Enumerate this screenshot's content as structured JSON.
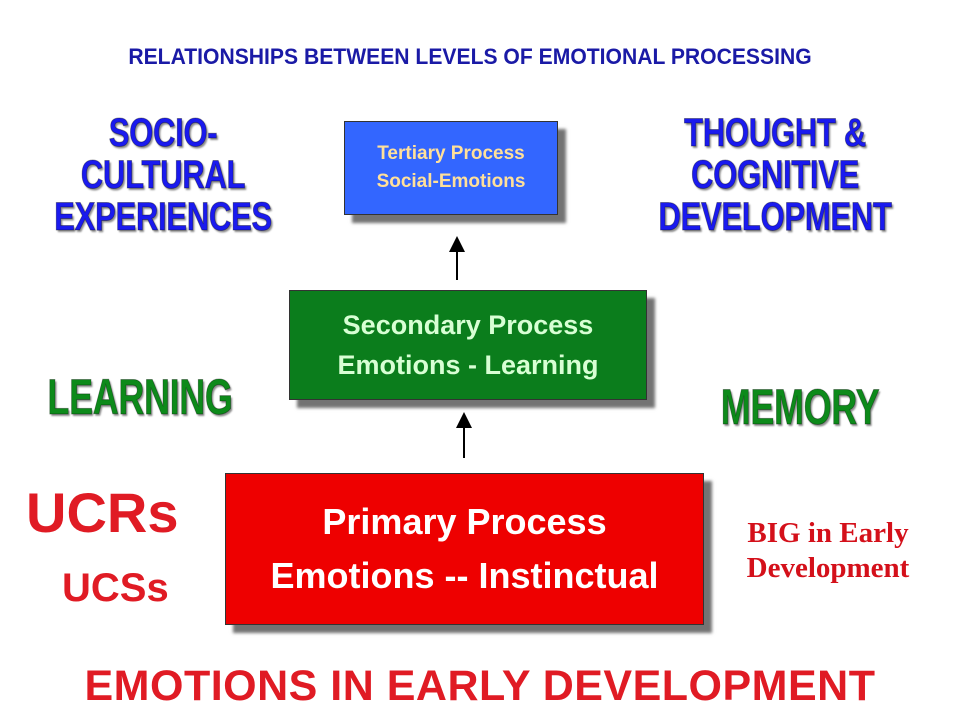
{
  "title": "RELATIONSHIPS BETWEEN LEVELS OF EMOTIONAL PROCESSING",
  "labels": {
    "socio_cultural_line1": "SOCIO-CULTURAL",
    "socio_cultural_line2": "EXPERIENCES",
    "thought_line1": "THOUGHT & COGNITIVE",
    "thought_line2": "DEVELOPMENT",
    "learning": "LEARNING",
    "memory": "MEMORY",
    "ucrs": "UCRs",
    "ucss": "UCSs",
    "big_early_line1": "BIG in Early",
    "big_early_line2": "Development",
    "footer": "EMOTIONS IN EARLY DEVELOPMENT"
  },
  "boxes": {
    "tertiary": {
      "line1": "Tertiary Process",
      "line2": "Social-Emotions"
    },
    "secondary": {
      "line1": "Secondary Process",
      "line2": "Emotions - Learning"
    },
    "primary": {
      "line1": "Primary Process",
      "line2": "Emotions -- Instinctual"
    }
  },
  "colors": {
    "title": "#1a1aa6",
    "blue_labels": "#1a1aee",
    "green_labels": "#0d8a1a",
    "red_text": "#e01b24",
    "tertiary_fill": "#3366ff",
    "secondary_fill": "#0b7d1c",
    "primary_fill": "#ee0000"
  }
}
